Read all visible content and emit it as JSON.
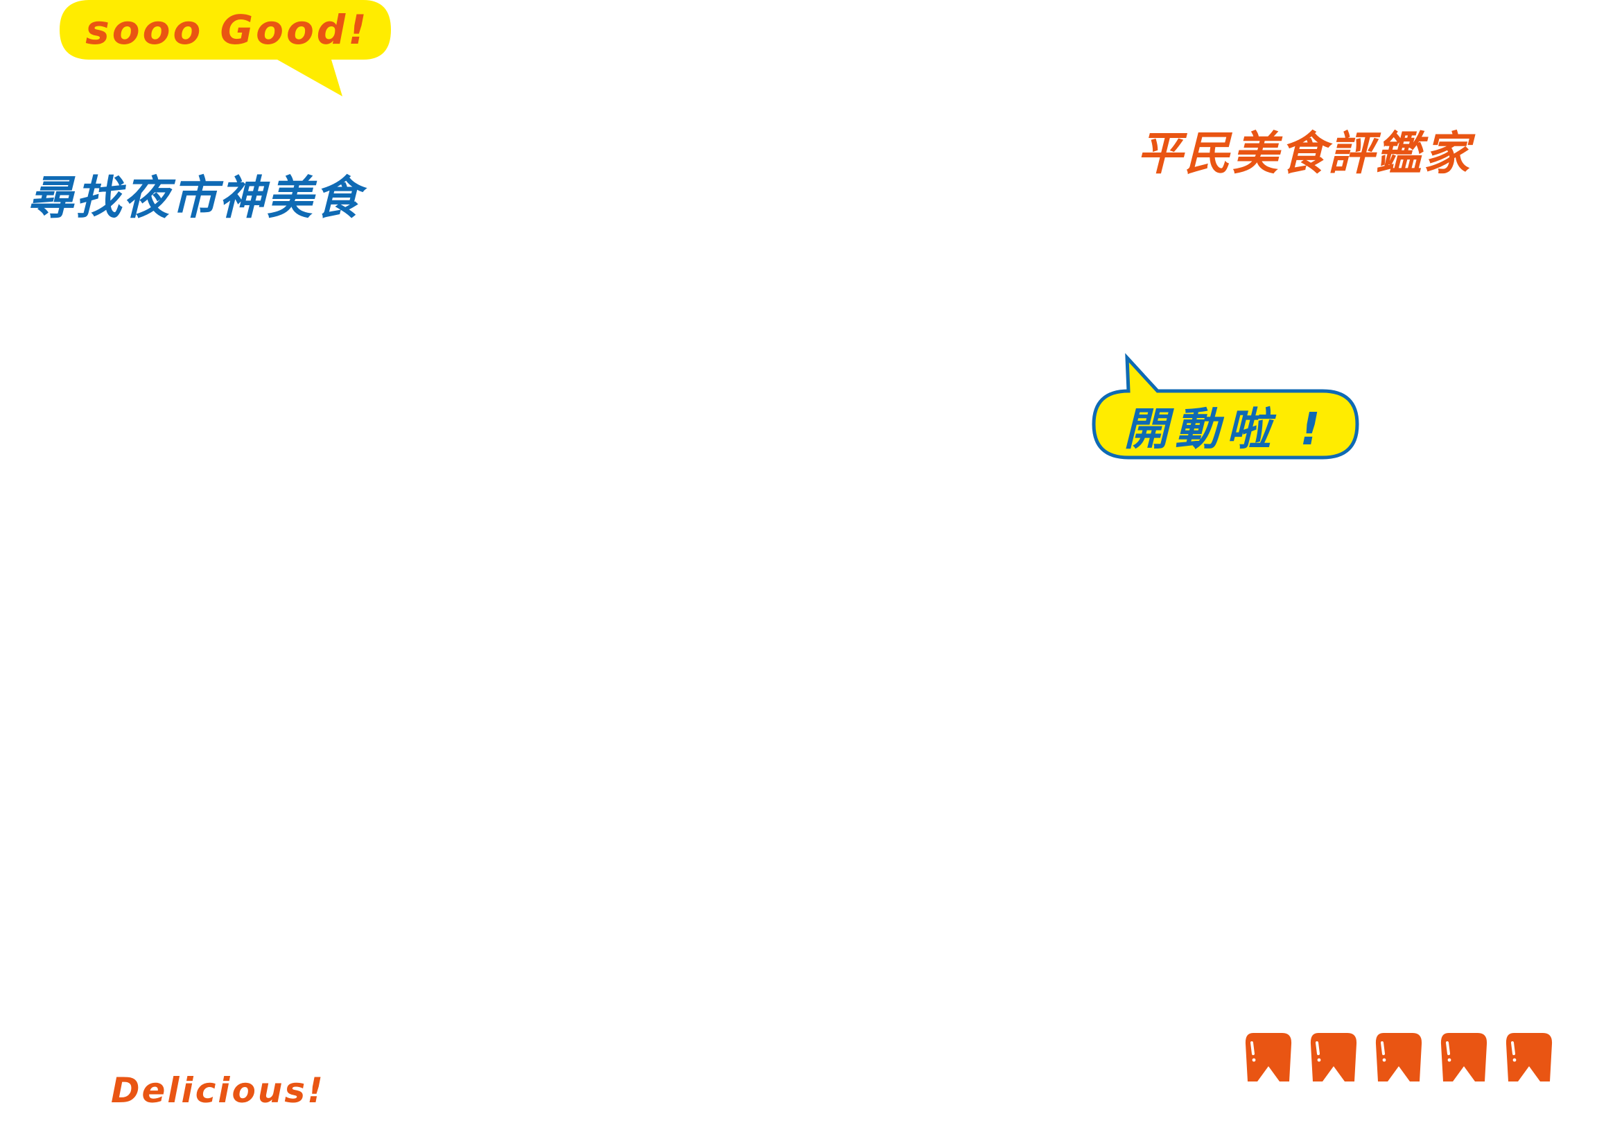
{
  "colors": {
    "yellow": "#FFEC00",
    "orange": "#E95513",
    "blue": "#0F6AB4",
    "background": "#FFFFFF"
  },
  "sticker_top": {
    "text": "sooo Good!"
  },
  "title": "尋找夜市神美食",
  "subtitle": "平民美食評鑑家",
  "sticker_middle": {
    "text": "開動啦 !"
  },
  "footer": "Delicious!",
  "rating": {
    "icon": "tooth-icon",
    "score": 5,
    "max": 5
  }
}
